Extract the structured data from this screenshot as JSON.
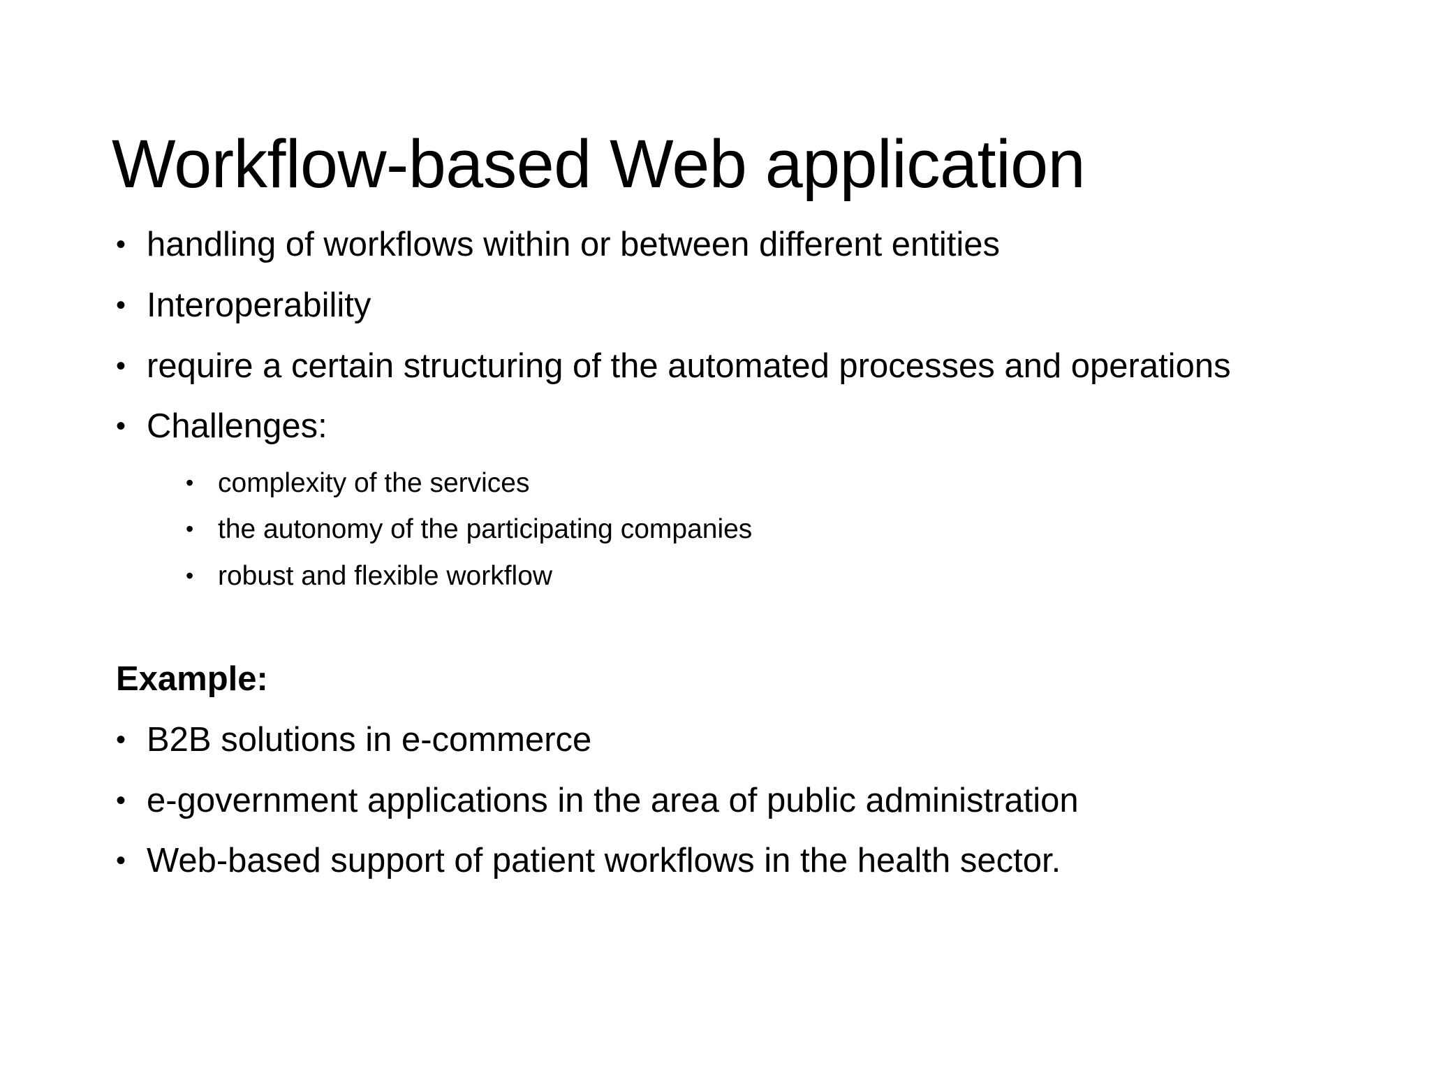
{
  "slide": {
    "title": "Workflow-based Web application",
    "background_color": "#ffffff",
    "text_color": "#000000",
    "bullet_glyph": "•",
    "content": {
      "main_bullets": [
        {
          "text": "handling of workflows within or between different entities"
        },
        {
          "text": "Interoperability"
        },
        {
          "text": "require a certain structuring of the automated processes and operations"
        },
        {
          "text": "Challenges:"
        }
      ],
      "sub_bullets": [
        {
          "text": "complexity of the services"
        },
        {
          "text": "the autonomy of the participating companies"
        },
        {
          "text": "robust and flexible workflow"
        }
      ],
      "example_heading": "Example:",
      "example_bullets": [
        {
          "text": "B2B solutions in e-commerce"
        },
        {
          "text": "e-government applications in the area of public administration"
        },
        {
          "text": "Web-based support of patient workflows in the health sector."
        }
      ]
    }
  }
}
